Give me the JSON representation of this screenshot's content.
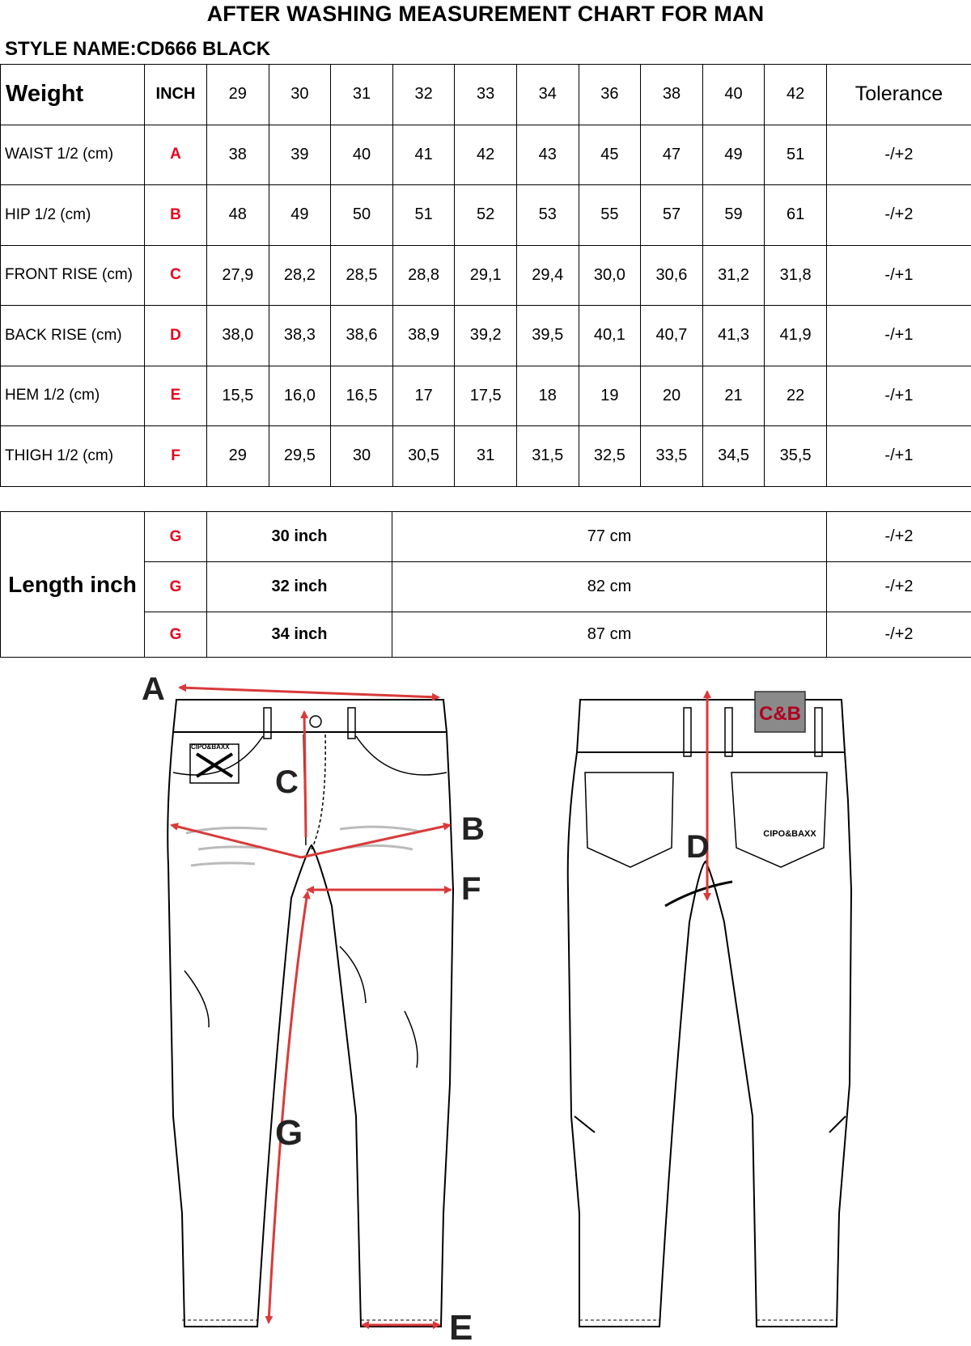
{
  "title": "AFTER WASHING MEASUREMENT CHART FOR MAN",
  "style_name": "STYLE NAME:CD666 BLACK",
  "size_table": {
    "header": {
      "weight": "Weight",
      "inch": "INCH",
      "sizes": [
        "29",
        "30",
        "31",
        "32",
        "33",
        "34",
        "36",
        "38",
        "40",
        "42"
      ],
      "tolerance": "Tolerance"
    },
    "rows": [
      {
        "label": "WAIST 1/2 (cm)",
        "code": "A",
        "values": [
          "38",
          "39",
          "40",
          "41",
          "42",
          "43",
          "45",
          "47",
          "49",
          "51"
        ],
        "tolerance": "-/+2"
      },
      {
        "label": "HIP 1/2 (cm)",
        "code": "B",
        "values": [
          "48",
          "49",
          "50",
          "51",
          "52",
          "53",
          "55",
          "57",
          "59",
          "61"
        ],
        "tolerance": "-/+2"
      },
      {
        "label": "FRONT RISE (cm)",
        "code": "C",
        "values": [
          "27,9",
          "28,2",
          "28,5",
          "28,8",
          "29,1",
          "29,4",
          "30,0",
          "30,6",
          "31,2",
          "31,8"
        ],
        "tolerance": "-/+1"
      },
      {
        "label": "BACK RISE (cm)",
        "code": "D",
        "values": [
          "38,0",
          "38,3",
          "38,6",
          "38,9",
          "39,2",
          "39,5",
          "40,1",
          "40,7",
          "41,3",
          "41,9"
        ],
        "tolerance": "-/+1"
      },
      {
        "label": "HEM 1/2  (cm)",
        "code": "E",
        "values": [
          "15,5",
          "16,0",
          "16,5",
          "17",
          "17,5",
          "18",
          "19",
          "20",
          "21",
          "22"
        ],
        "tolerance": "-/+1"
      },
      {
        "label": "THIGH 1/2 (cm)",
        "code": "F",
        "values": [
          "29",
          "29,5",
          "30",
          "30,5",
          "31",
          "31,5",
          "32,5",
          "33,5",
          "34,5",
          "35,5"
        ],
        "tolerance": "-/+1"
      }
    ]
  },
  "length_table": {
    "label": "Length inch",
    "rows": [
      {
        "code": "G",
        "inch": "30 inch",
        "cm": "77 cm",
        "tolerance": "-/+2"
      },
      {
        "code": "G",
        "inch": "32 inch",
        "cm": "82 cm",
        "tolerance": "-/+2"
      },
      {
        "code": "G",
        "inch": "34 inch",
        "cm": "87 cm",
        "tolerance": "-/+2"
      }
    ]
  },
  "diagram": {
    "markers": {
      "a": "A",
      "b": "B",
      "c": "C",
      "d": "D",
      "e": "E",
      "f": "F",
      "g": "G"
    },
    "front_patch_logo": "CIPO&BAXX",
    "back_patch_logo": "C&B",
    "back_pocket_logo": "CIPO&BAXX"
  },
  "colors": {
    "measure_line": "#d93a3a",
    "code_text": "#e8001c",
    "patch": "#8a8a8a"
  }
}
